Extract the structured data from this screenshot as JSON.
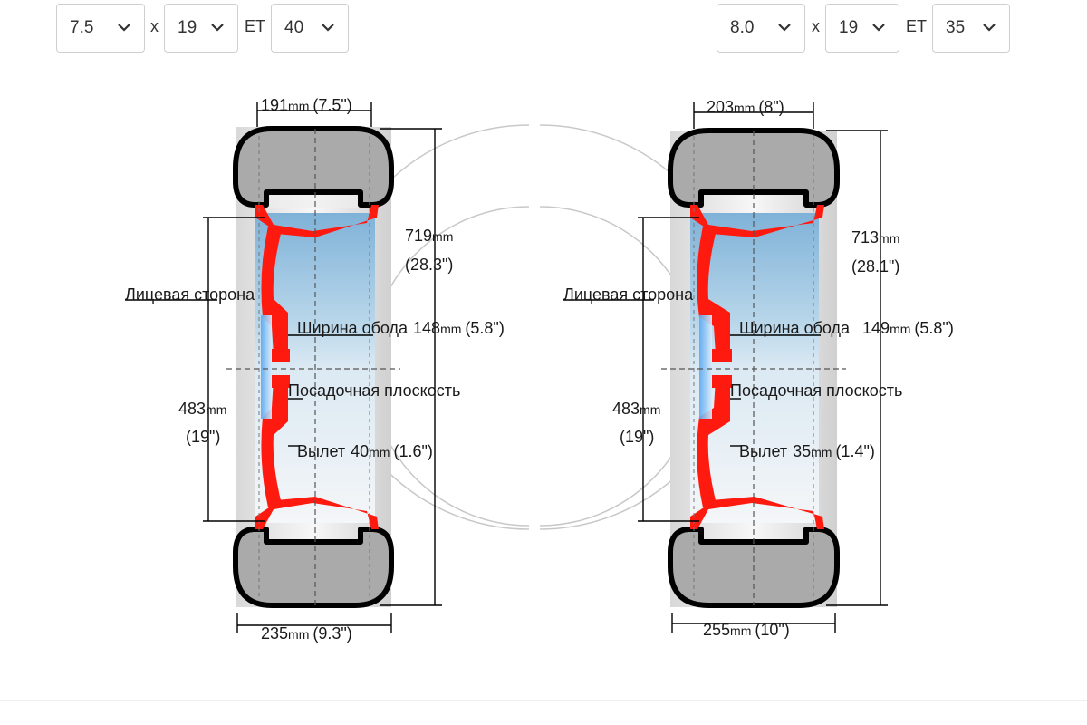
{
  "left": {
    "width": "7.5",
    "diameter": "19",
    "et": "40",
    "sep_x": "x",
    "sep_et": "ET",
    "top_width": "191",
    "top_width_in": "(7.5\")",
    "tire_width": "235",
    "tire_width_in": "(9.3\")",
    "outer_d": "719",
    "outer_d_in": "(28.3\")",
    "rim_d": "483",
    "rim_d_in": "(19\")",
    "rim_width_label": "Ширина обода",
    "rim_width": "148",
    "rim_width_in": "(5.8\")",
    "face_label": "Лицевая сторона",
    "mount_label": "Посадочная плоскость",
    "offset_label": "Вылет",
    "offset": "40",
    "offset_in": "(1.6\")"
  },
  "right": {
    "width": "8.0",
    "diameter": "19",
    "et": "35",
    "sep_x": "x",
    "sep_et": "ET",
    "top_width": "203",
    "top_width_in": "(8\")",
    "tire_width": "255",
    "tire_width_in": "(10\")",
    "outer_d": "713",
    "outer_d_in": "(28.1\")",
    "rim_d": "483",
    "rim_d_in": "(19\")",
    "rim_width_label": "Ширина обода",
    "rim_width": "149",
    "rim_width_in": "(5.8\")",
    "face_label": "Лицевая сторона",
    "mount_label": "Посадочная плоскость",
    "offset_label": "Вылет",
    "offset": "35",
    "offset_in": "(1.4\")"
  },
  "unit": "mm",
  "icons": {
    "select_arrow": "chevron-down-icon"
  },
  "colors": {
    "rim": "#ff1a10",
    "tire": "#aaaaaa",
    "tire_border": "#000000",
    "barrel": "#a9cde6"
  }
}
